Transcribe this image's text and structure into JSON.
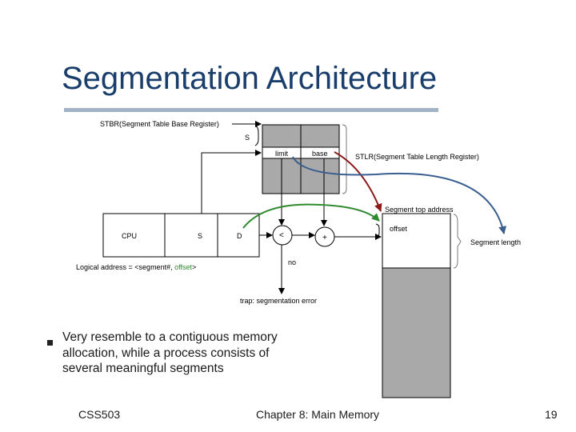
{
  "title": "Segmentation Architecture",
  "diagram": {
    "stbr_label": "STBR(Segment Table Base Register)",
    "s_label": "S",
    "limit_label": "limit",
    "base_label": "base",
    "stlr_label": "STLR(Segment Table Length Register)",
    "segment_top_label": "Segment top address",
    "offset_label": "offset",
    "segment_length_label": "Segment length",
    "cpu_label": "CPU",
    "logical_s_label": "S",
    "logical_d_label": "D",
    "compare_label": "<",
    "plus_label": "+",
    "no_label": "no",
    "logical_address_prefix": "Logical address = <segment#, ",
    "logical_address_offset": "offset",
    "logical_address_suffix": ">",
    "trap_label": "trap: segmentation error"
  },
  "bullet": "Very resemble to a contiguous memory allocation, while a process consists of several meaningful segments",
  "footer": {
    "left": "CSS503",
    "center": "Chapter 8: Main Memory",
    "page_number": "19"
  },
  "colors": {
    "title": "#1a3e6b",
    "table_fill": "#a9a9a9",
    "memory_fill": "#a9a9a9",
    "red_arrow": "#8b1a1a",
    "blue_arrow": "#3a5f8f",
    "green_arrow": "#2f8a2f",
    "offset_text": "#2f8a2f"
  }
}
